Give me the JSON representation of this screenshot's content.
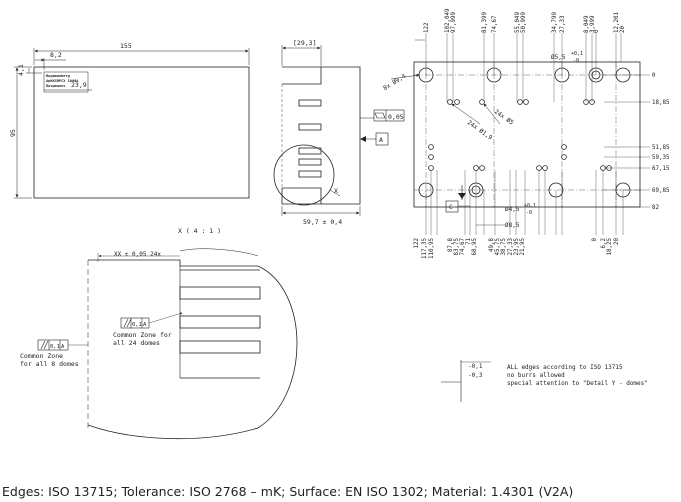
{
  "caption": "Edges: ISO 13715; Tolerance: ISO 2768 – mK; Surface: EN ISO 1302; Material: 1.4301 (V2A)",
  "front_view": {
    "width_dim": "155",
    "height_dim": "95",
    "label_offset_x": "8,2",
    "label_offset_y": "4,1",
    "label_width": "23,9",
    "label_lines": [
      "Ruppmanberg",
      "ApKKSRPCX 1000A",
      "Ruspmanns"
    ]
  },
  "side_view": {
    "depth_dim": "[29,3]",
    "length_dim": "59,7 ± 0,4",
    "flatness_value": "0,05",
    "datum_label": "A",
    "detail_label": "X"
  },
  "top_view": {
    "top_dims": [
      "122",
      "102,049",
      "97,999",
      "81,399",
      "74,67",
      "55,049",
      "50,999",
      "34,799",
      "27,33",
      "8,049",
      "3,999",
      "0",
      "12,201",
      "20"
    ],
    "bottom_dims": [
      "122",
      "117,35",
      "110,95",
      "87,8",
      "83,75",
      "74,67",
      "71",
      "68,95",
      "49,8",
      "45,75",
      "38,75",
      "27,33",
      "23,95",
      "21,95",
      "0",
      "6,2",
      "18,25",
      "20"
    ],
    "right_dims": [
      "0",
      "18,85",
      "51,85",
      "59,35",
      "67,15",
      "69,85",
      "82"
    ],
    "note_hole_large": "8x Ø9,4",
    "note_hole_small": "24x Ø1,9",
    "note_dome": "24x Ø5",
    "note_dia_top": "Ø5,5",
    "tol_top": "+0,1",
    "tol_top_low": "-0",
    "note_dia_bottom": "Ø4,5",
    "tol_bottom": "+0,1",
    "tol_bottom_low": "-0",
    "note_dia_bottom2": "Ø8,5",
    "datum_label": "C"
  },
  "detail_view": {
    "title": "X ( 4 : 1 )",
    "dim": "XX ± 0,05 24x",
    "fcf_left_value": "0,1",
    "fcf_left_datum": "A",
    "fcf_left_note": [
      "Common Zone",
      "for all 8 domes"
    ],
    "fcf_mid_value": "0,1",
    "fcf_mid_datum": "A",
    "fcf_mid_note": [
      "Common Zone for",
      "all 24 domes"
    ]
  },
  "notes": {
    "edge_upper": "-0,1",
    "edge_lower": "-0,3",
    "text": [
      "ALL edges according to ISO 13715",
      "no burrs allowed",
      "special attention to \"Detail Y - domes\""
    ]
  }
}
